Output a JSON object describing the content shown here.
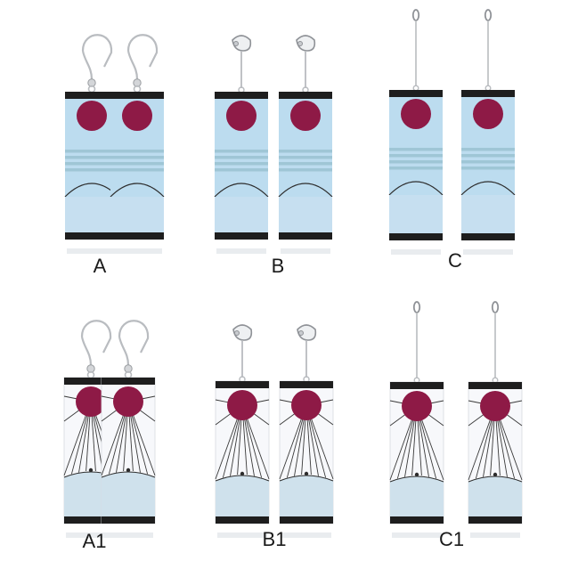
{
  "colors": {
    "background": "#ffffff",
    "dark_band": "#1e1e1e",
    "sun": "#8e1a46",
    "sky_blue": "#bcdcef",
    "stripe_blue": "#9fc6d6",
    "white_panel": "#f7f8fb",
    "pale_blue_base": "#cfe1ec",
    "ray_line": "#3a3a3a",
    "metal": "#b9bcc0"
  },
  "variants": [
    {
      "label": "A",
      "pattern": "blue-stripes",
      "hook": "fish-hook"
    },
    {
      "label": "B",
      "pattern": "blue-stripes",
      "hook": "ear-clip"
    },
    {
      "label": "C",
      "pattern": "blue-stripes",
      "hook": "threader-pin"
    },
    {
      "label": "A1",
      "pattern": "white-sunburst",
      "hook": "fish-hook"
    },
    {
      "label": "B1",
      "pattern": "white-sunburst",
      "hook": "ear-clip"
    },
    {
      "label": "C1",
      "pattern": "white-sunburst",
      "hook": "threader-pin"
    }
  ]
}
